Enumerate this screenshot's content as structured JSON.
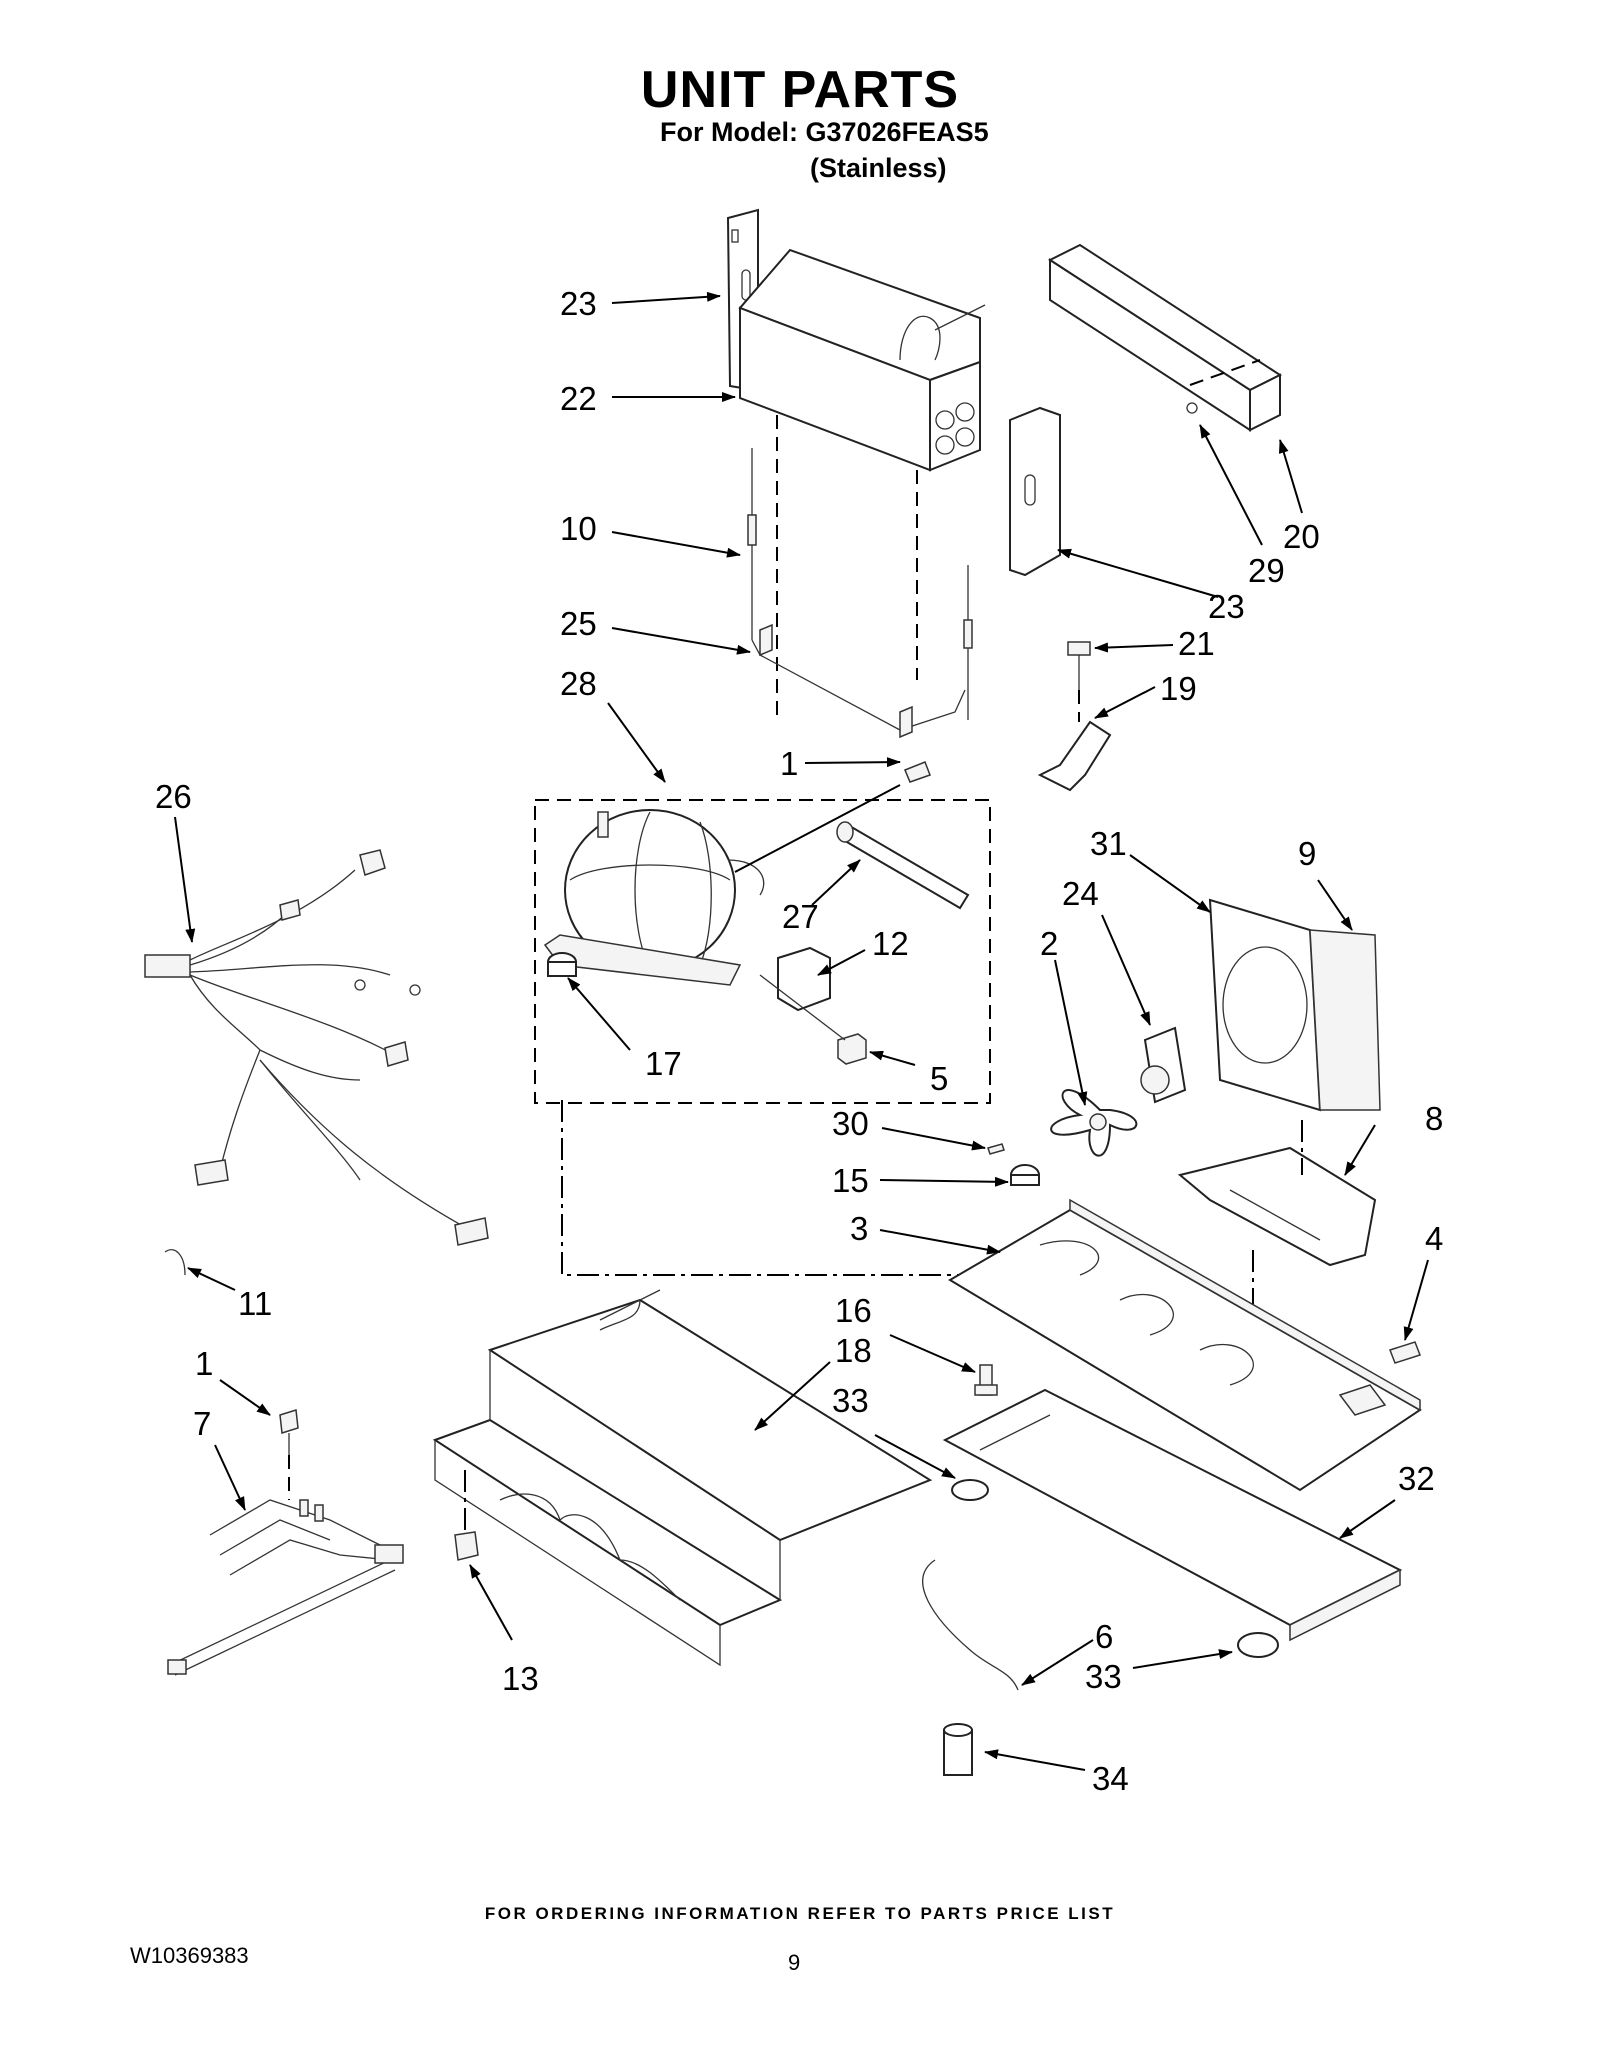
{
  "title": "UNIT PARTS",
  "model_line": "For Model: G37026FEAS5",
  "color_line": "(Stainless)",
  "footer": "FOR ORDERING INFORMATION REFER TO PARTS PRICE LIST",
  "document_number": "W10369383",
  "page_number": "9",
  "callouts": {
    "c23a": "23",
    "c22": "22",
    "c10": "10",
    "c25": "25",
    "c28": "28",
    "c20": "20",
    "c29": "29",
    "c23b": "23",
    "c21": "21",
    "c19": "19",
    "c1a": "1",
    "c26": "26",
    "c27": "27",
    "c12": "12",
    "c17": "17",
    "c5": "5",
    "c31": "31",
    "c9": "9",
    "c24": "24",
    "c2": "2",
    "c30": "30",
    "c15": "15",
    "c8": "8",
    "c3": "3",
    "c4": "4",
    "c11": "11",
    "c16": "16",
    "c18": "18",
    "c1b": "1",
    "c7": "7",
    "c33a": "33",
    "c32": "32",
    "c13": "13",
    "c6": "6",
    "c33b": "33",
    "c34": "34"
  }
}
